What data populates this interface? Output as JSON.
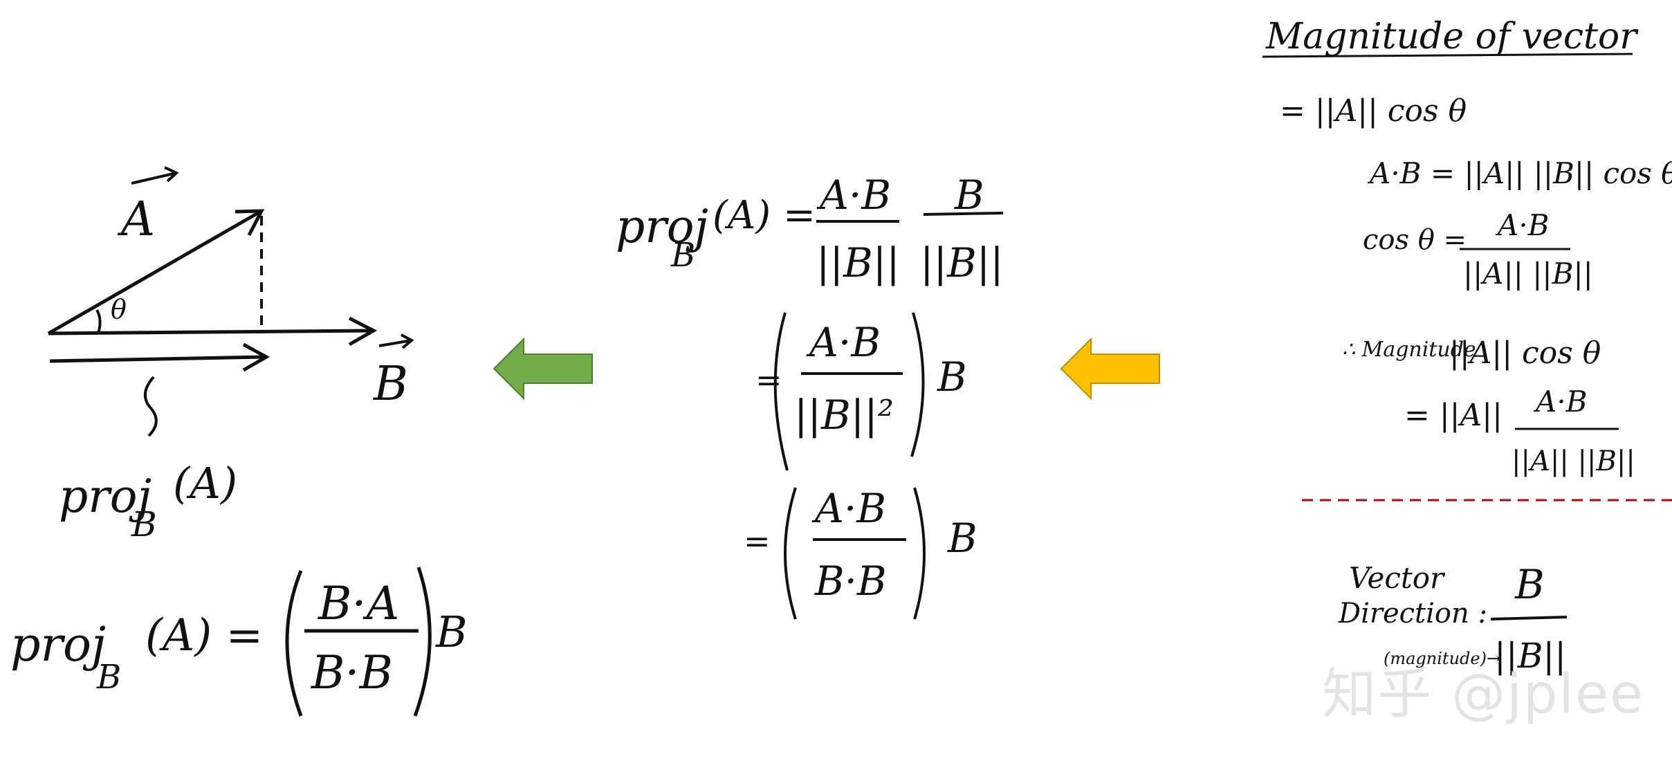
{
  "diagram": {
    "vectorA": "A",
    "vectorB": "B",
    "angle": "θ",
    "shadow": "proj",
    "shadowArg": "(A)"
  },
  "left": {
    "formula_lhs": "proj",
    "formula_arg": "(A) =",
    "numerator": "B·A",
    "denominator": "B·B",
    "vec_after": "B"
  },
  "middle": {
    "line1_lhs": "proj",
    "line1_arg": "(A) =",
    "line1_num1": "A·B",
    "line1_den1": "||B||",
    "line1_num2": "B",
    "line1_den2": "||B||",
    "line2_eq": "=",
    "line2_num": "A·B",
    "line2_den": "||B||²",
    "line2_vec": "B",
    "line3_eq": "=",
    "line3_num": "A·B",
    "line3_den": "B·B",
    "line3_vec": "B"
  },
  "right": {
    "title": "Magnitude of vector",
    "eq1": "= ||A|| cos θ",
    "dot": "A·B = ||A|| ||B|| cos θ",
    "cos_lhs": "cos θ =",
    "cos_num": "A·B",
    "cos_den": "||A|| ||B||",
    "mag_label": "∴ Magnitude",
    "mag_val": "||A|| cos θ",
    "mag2_lhs": "= ||A||",
    "mag2_num": "A·B",
    "mag2_den": "||A|| ||B||",
    "dir_label1": "Vector",
    "dir_label2": "Direction :",
    "dir_num": "B",
    "dir_den": "||B||",
    "dir_note": "(magnitude)→"
  },
  "watermark": "知乎 @jplee",
  "colors": {
    "green_arrow": "#70AD47",
    "gold_arrow": "#FFC000",
    "dashed_line": "#C00000"
  }
}
